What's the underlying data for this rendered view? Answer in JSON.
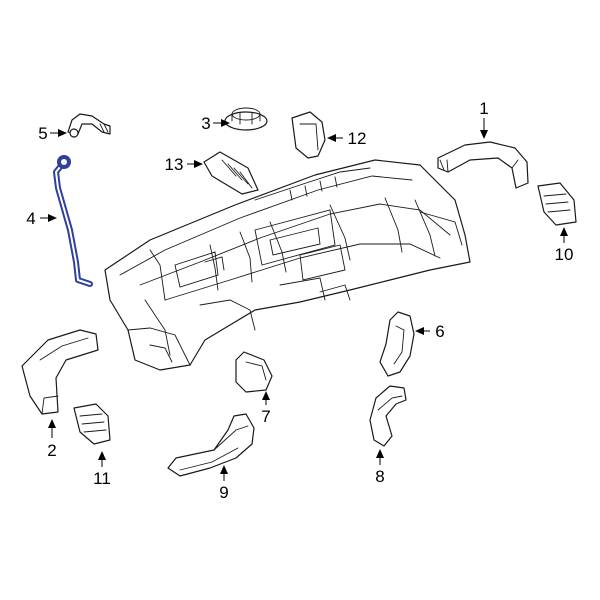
{
  "callouts": [
    "1",
    "2",
    "3",
    "4",
    "5",
    "6",
    "7",
    "8",
    "9",
    "10",
    "11",
    "12",
    "13"
  ],
  "highlight_color": "#2e3f9e",
  "line_color": "#1a1a1a"
}
